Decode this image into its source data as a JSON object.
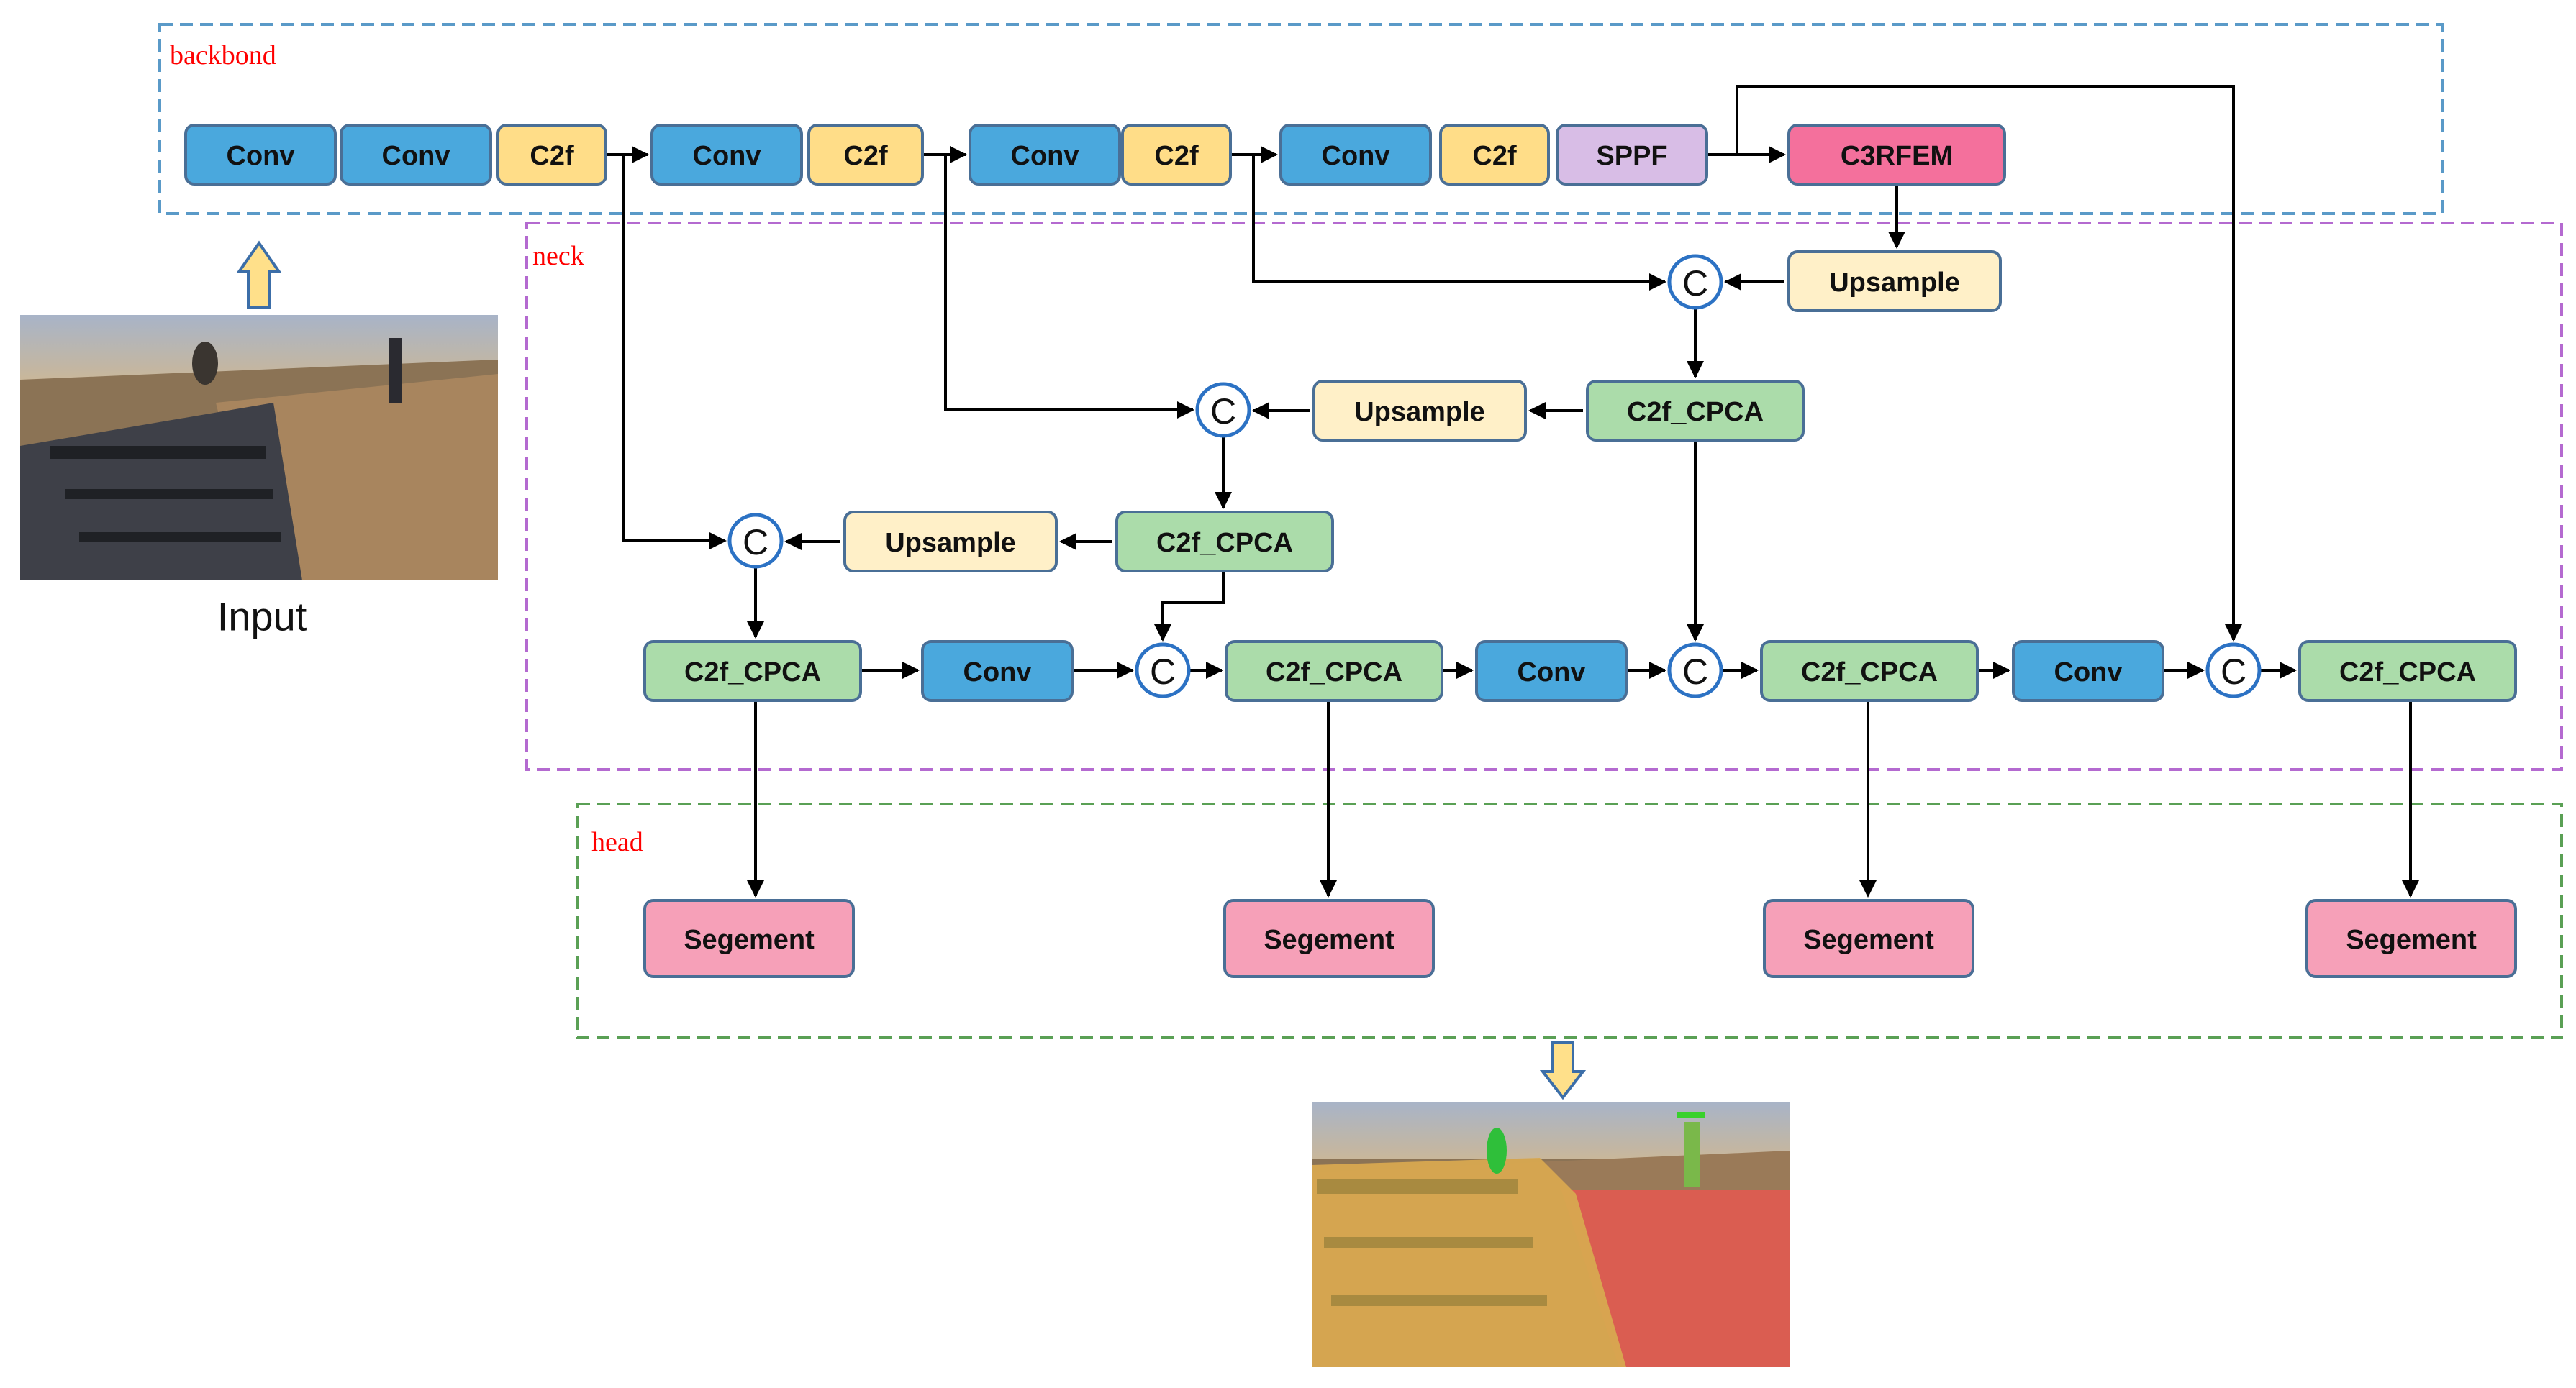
{
  "colors": {
    "conv": "#4aa8dd",
    "c2f": "#ffdd88",
    "sppf": "#d8bde6",
    "c3rfem": "#f4709c",
    "upsample": "#fff0c8",
    "c2f_cpca": "#abdcaa",
    "segement": "#f6a0b8",
    "backbone_border": "#5a9ac8",
    "neck_border": "#b46ad0",
    "head_border": "#5aa055",
    "section_label": "#ff0000"
  },
  "sections": {
    "backbone": "backbond",
    "neck": "neck",
    "head": "head"
  },
  "input_label": "Input",
  "concat_symbol": "C",
  "blocks": {
    "bb_conv1": "Conv",
    "bb_conv2": "Conv",
    "bb_c2f1": "C2f",
    "bb_conv3": "Conv",
    "bb_c2f2": "C2f",
    "bb_conv4": "Conv",
    "bb_c2f3": "C2f",
    "bb_conv5": "Conv",
    "bb_c2f4": "C2f",
    "bb_sppf": "SPPF",
    "bb_c3rfem": "C3RFEM",
    "nk_upsample1": "Upsample",
    "nk_c2fcpca1": "C2f_CPCA",
    "nk_upsample2": "Upsample",
    "nk_c2fcpca2": "C2f_CPCA",
    "nk_upsample3": "Upsample",
    "nk_c2fcpca3": "C2f_CPCA",
    "nk_conv1": "Conv",
    "nk_c2fcpca4": "C2f_CPCA",
    "nk_conv2": "Conv",
    "nk_c2fcpca5": "C2f_CPCA",
    "nk_conv3": "Conv",
    "nk_c2fcpca6": "C2f_CPCA",
    "hd_seg1": "Segement",
    "hd_seg2": "Segement",
    "hd_seg3": "Segement",
    "hd_seg4": "Segement"
  }
}
